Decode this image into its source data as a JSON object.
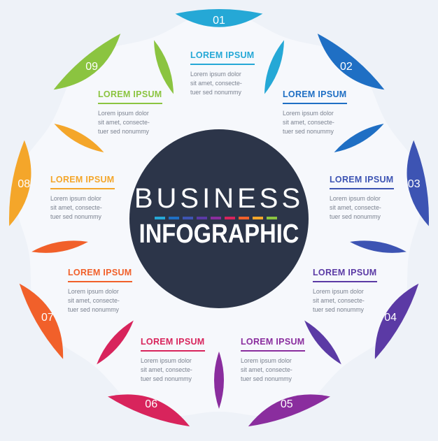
{
  "title_line1": "BUSINESS",
  "title_line2": "INFOGRAPHIC",
  "strip_colors": [
    "#25a8d6",
    "#1f6fc4",
    "#3d54b3",
    "#5b3aa5",
    "#8a2d9e",
    "#d8245c",
    "#f1602a",
    "#f4a62a",
    "#8bc440"
  ],
  "steps": [
    {
      "number": "01",
      "heading": "LOREM IPSUM",
      "body": [
        "Lorem ipsum dolor",
        "sit amet, consecte-",
        "tuer sed nonummy"
      ],
      "color": "#25a8d6"
    },
    {
      "number": "02",
      "heading": "LOREM IPSUM",
      "body": [
        "Lorem ipsum dolor",
        "sit amet, consecte-",
        "tuer sed nonummy"
      ],
      "color": "#1f6fc4"
    },
    {
      "number": "03",
      "heading": "LOREM IPSUM",
      "body": [
        "Lorem ipsum dolor",
        "sit amet, consecte-",
        "tuer sed nonummy"
      ],
      "color": "#3d54b3"
    },
    {
      "number": "04",
      "heading": "LOREM IPSUM",
      "body": [
        "Lorem ipsum dolor",
        "sit amet, consecte-",
        "tuer sed nonummy"
      ],
      "color": "#5b3aa5"
    },
    {
      "number": "05",
      "heading": "LOREM IPSUM",
      "body": [
        "Lorem ipsum dolor",
        "sit amet, consecte-",
        "tuer sed nonummy"
      ],
      "color": "#8a2d9e"
    },
    {
      "number": "06",
      "heading": "LOREM IPSUM",
      "body": [
        "Lorem ipsum dolor",
        "sit amet, consecte-",
        "tuer sed nonummy"
      ],
      "color": "#d8245c"
    },
    {
      "number": "07",
      "heading": "LOREM IPSUM",
      "body": [
        "Lorem ipsum dolor",
        "sit amet, consecte-",
        "tuer sed nonummy"
      ],
      "color": "#f1602a"
    },
    {
      "number": "08",
      "heading": "LOREM IPSUM",
      "body": [
        "Lorem ipsum dolor",
        "sit amet, consecte-",
        "tuer sed nonummy"
      ],
      "color": "#f4a62a"
    },
    {
      "number": "09",
      "heading": "LOREM IPSUM",
      "body": [
        "Lorem ipsum dolor",
        "sit amet, consecte-",
        "tuer sed nonummy"
      ],
      "color": "#8bc440"
    }
  ],
  "center_color": "#2c3549",
  "background_color": "#eef2f8"
}
